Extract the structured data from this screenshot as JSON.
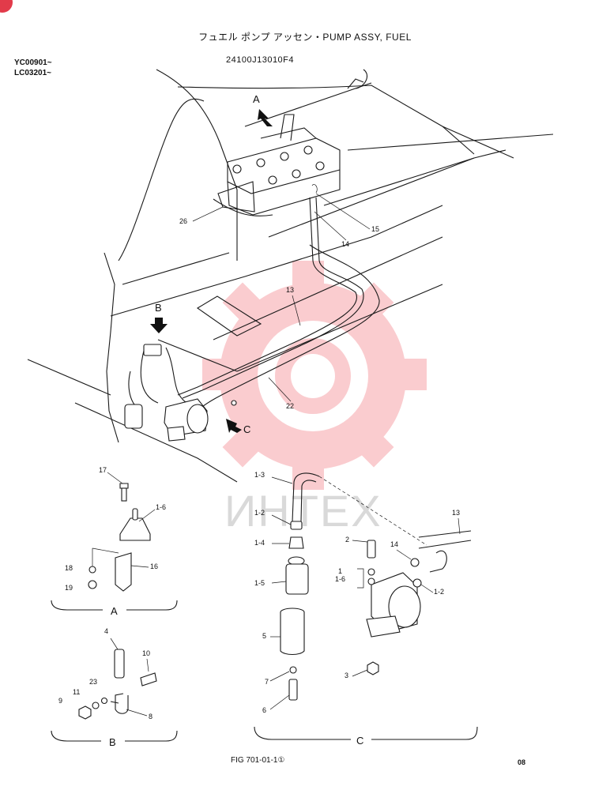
{
  "header": {
    "title": "フュエル ポンプ アッセン・PUMP ASSY, FUEL",
    "part_code": "24100J13010F4",
    "serials": [
      "YC00901~",
      "LC03201~"
    ]
  },
  "footer": {
    "figure": "FIG 701-01-1①",
    "page": "08"
  },
  "watermark": {
    "text": "ИНТЕХ",
    "color": "#f7a3a8"
  },
  "view_labels": [
    "A",
    "B",
    "C"
  ],
  "callouts": {
    "main": [
      "26",
      "15",
      "14",
      "13",
      "22"
    ],
    "view_a": [
      "17",
      "1-6",
      "18",
      "16",
      "19"
    ],
    "view_b": [
      "4",
      "10",
      "23",
      "11",
      "9",
      "8"
    ],
    "view_c_stack": [
      "1-3",
      "1-2",
      "1-4",
      "1-5",
      "5",
      "7",
      "6"
    ],
    "view_c_pump": [
      "13",
      "2",
      "14",
      "1",
      "1-6",
      "1-2",
      "3"
    ]
  }
}
